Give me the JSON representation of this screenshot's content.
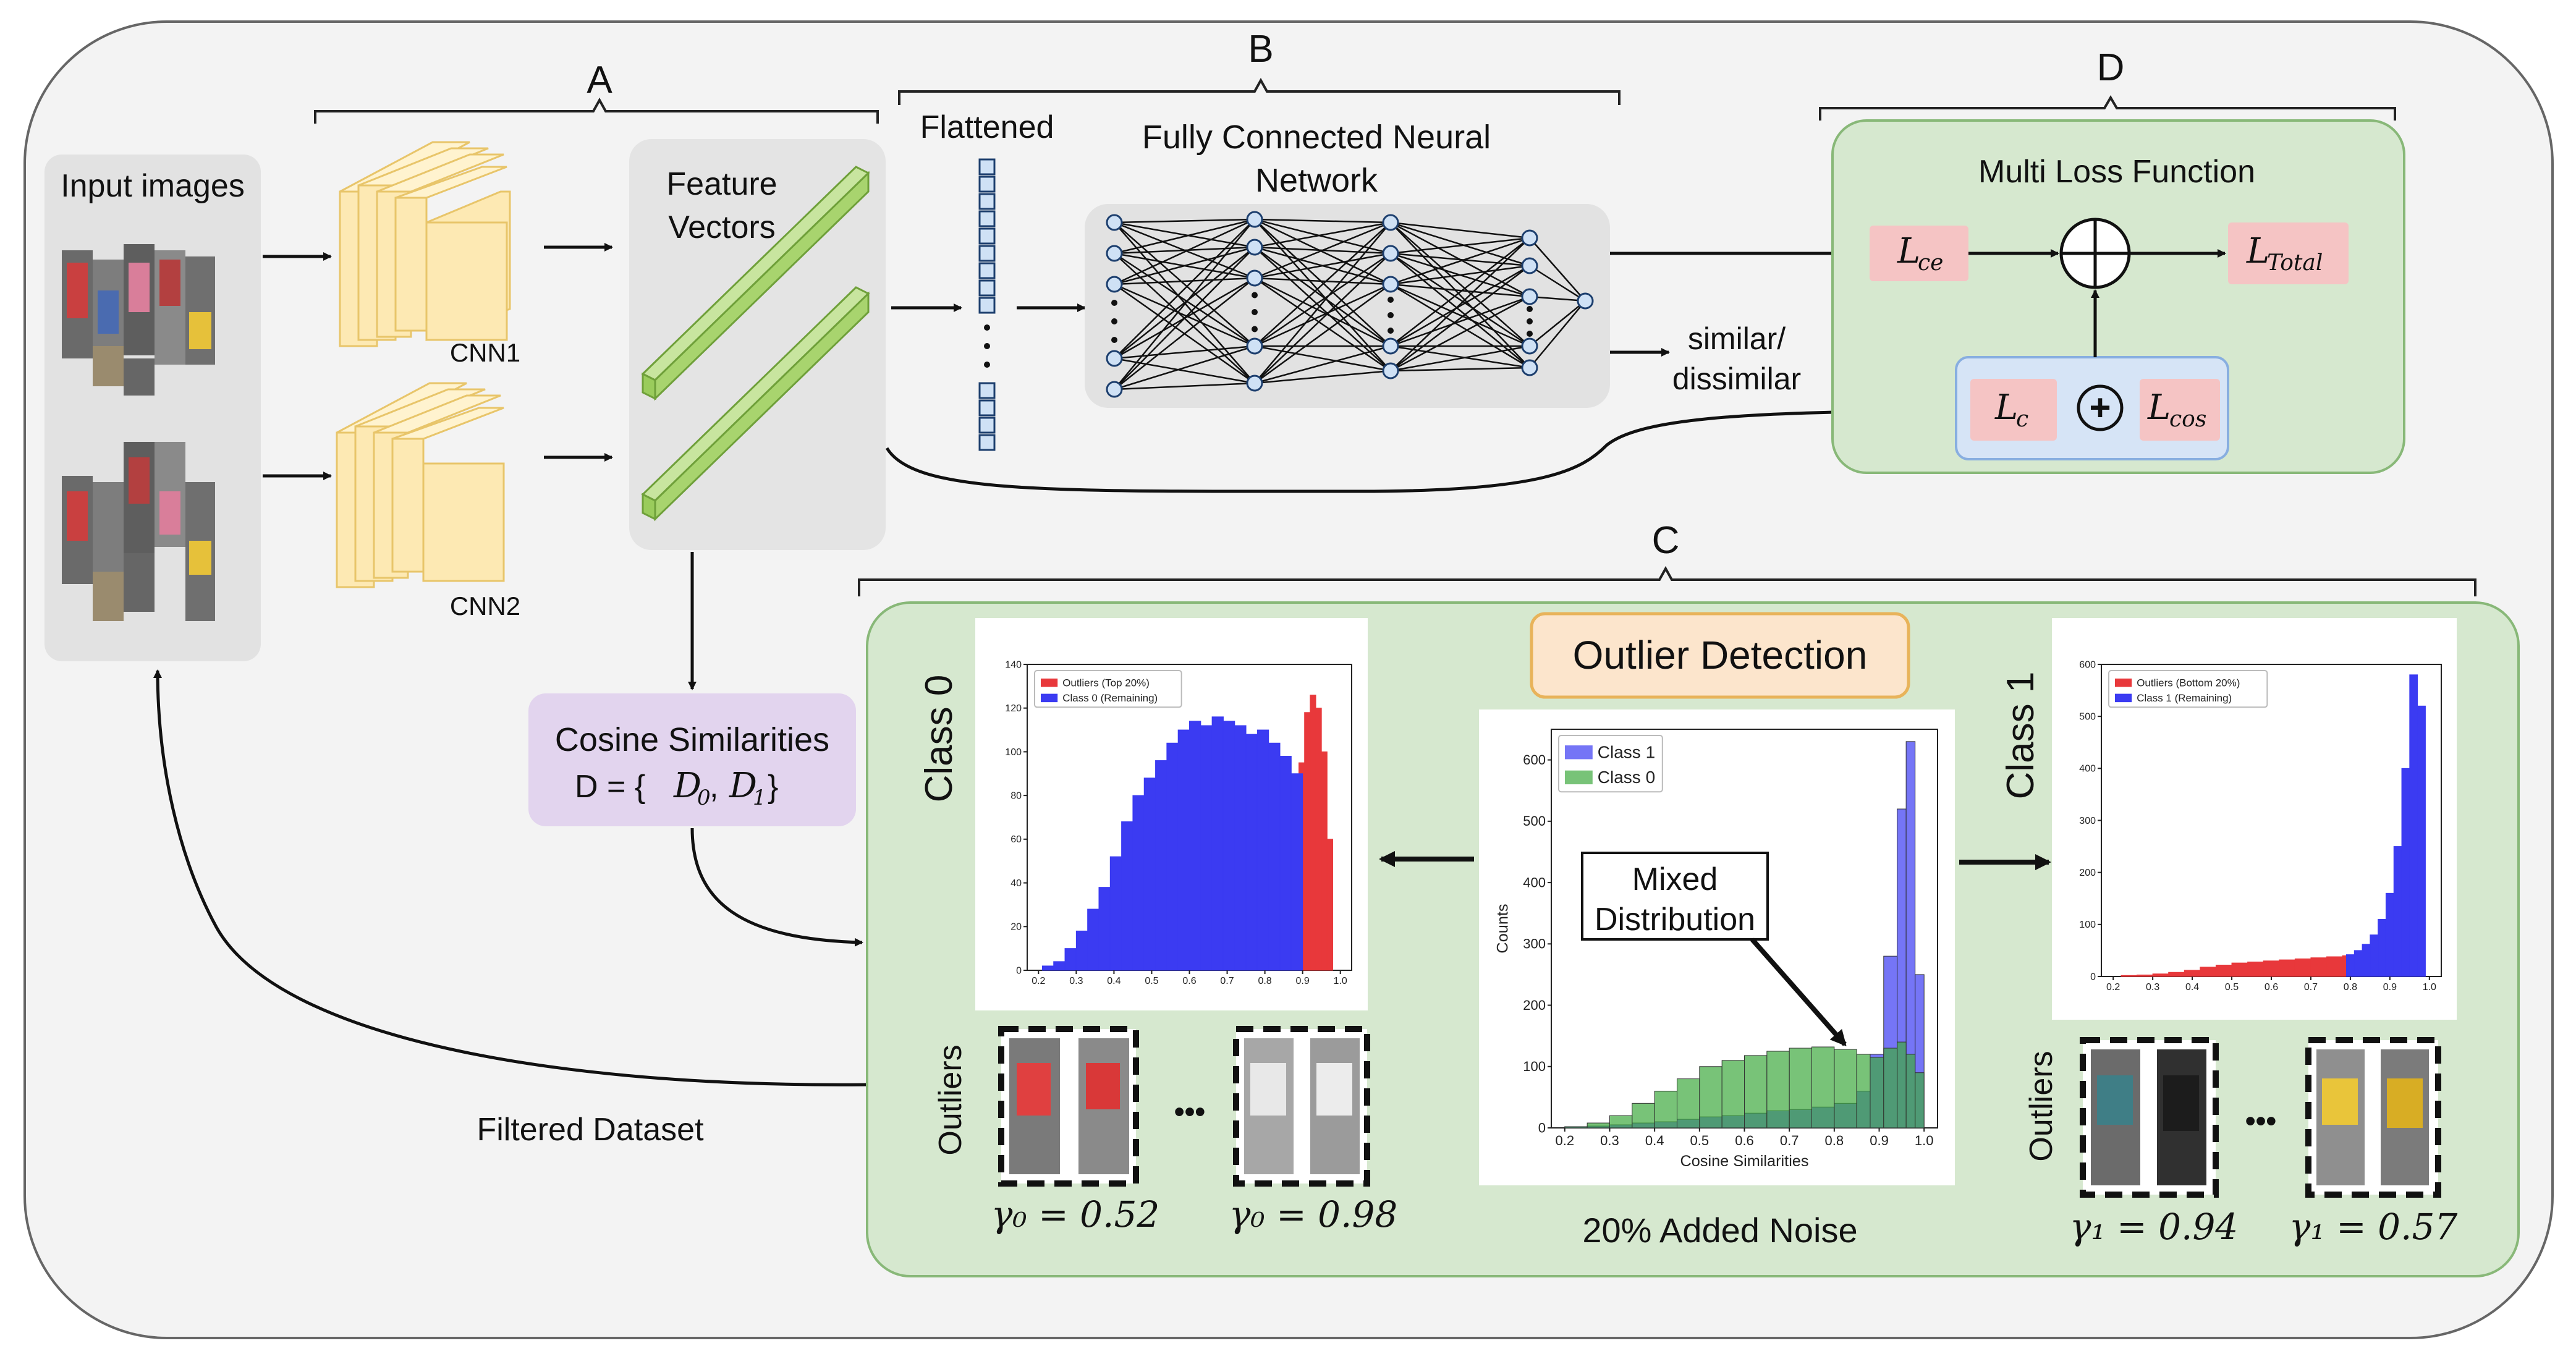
{
  "sections": {
    "a": "A",
    "b": "B",
    "c": "C",
    "d": "D"
  },
  "input": {
    "title": "Input images"
  },
  "cnn": {
    "cnn1": "CNN1",
    "cnn2": "CNN2"
  },
  "features": {
    "line1": "Feature",
    "line2": "Vectors"
  },
  "flattened": "Flattened",
  "fcnn": {
    "line1": "Fully Connected Neural",
    "line2": "Network"
  },
  "similar": {
    "line1": "similar/",
    "line2": "dissimilar"
  },
  "loss": {
    "title": "Multi Loss Function",
    "ce": "L",
    "ce_sub": "ce",
    "total": "L",
    "total_sub": "Total",
    "c": "L",
    "c_sub": "c",
    "cos": "L",
    "cos_sub": "cos",
    "plus": "+"
  },
  "cosine": {
    "line1": "Cosine Similarities",
    "line2_prefix": "D = {",
    "d0": "D",
    "d0_sub": "0",
    "comma": ", ",
    "d1": "D",
    "d1_sub": "1",
    "close": "}"
  },
  "filtered": "Filtered Dataset",
  "outlier": {
    "title": "Outlier Detection",
    "class0": "Class 0",
    "class1": "Class 1",
    "outliers": "Outliers",
    "noise": "20% Added Noise",
    "mixed_line1": "Mixed",
    "mixed_line2": "Distribution",
    "ellipsis": "•••",
    "gamma0_a": "γ₀ = 0.52",
    "gamma0_b": "γ₀ = 0.98",
    "gamma1_a": "γ₁ = 0.94",
    "gamma1_b": "γ₁ = 0.57"
  },
  "colors": {
    "blue": "#3b3bf2",
    "red": "#e8383b",
    "green": "#3faa3f",
    "panel_green": "#d6e8cf",
    "panel_border": "#88b878",
    "loss_pink": "#f5c4c4",
    "loss_blue": "#d6e4f6",
    "cosine_purple": "#e2d4ee",
    "outlier_orange": "#fce5cc",
    "cnn_yellow": "#fde9b3",
    "feature_green": "#b7dc86"
  },
  "chart_data": [
    {
      "type": "bar",
      "x": [
        0.2,
        0.25,
        0.3,
        0.35,
        0.4,
        0.45,
        0.5,
        0.55,
        0.6,
        0.65,
        0.7,
        0.75,
        0.8,
        0.85,
        0.9,
        0.95
      ],
      "xlim": [
        0.17,
        1.03
      ],
      "ylim": [
        0,
        140
      ],
      "grid": false,
      "legend": "top-left",
      "x_ticks": [
        "0.2",
        "0.3",
        "0.4",
        "0.5",
        "0.6",
        "0.7",
        "0.8",
        "0.9",
        "1.0"
      ],
      "y_ticks": [
        "0",
        "20",
        "40",
        "60",
        "80",
        "100",
        "120",
        "140"
      ],
      "series": [
        {
          "name": "Outliers (Top 20%)",
          "color": "#e8383b",
          "x": [
            0.89,
            0.905,
            0.92,
            0.935,
            0.95,
            0.965
          ],
          "values": [
            95,
            118,
            126,
            120,
            100,
            60
          ]
        },
        {
          "name": "Class 0 (Remaining)",
          "color": "#3b3bf2",
          "x": [
            0.21,
            0.24,
            0.27,
            0.3,
            0.33,
            0.36,
            0.39,
            0.42,
            0.45,
            0.48,
            0.51,
            0.54,
            0.57,
            0.6,
            0.63,
            0.66,
            0.69,
            0.72,
            0.75,
            0.78,
            0.81,
            0.84,
            0.87
          ],
          "values": [
            2,
            4,
            10,
            18,
            28,
            38,
            52,
            68,
            80,
            88,
            96,
            104,
            110,
            114,
            112,
            116,
            114,
            112,
            108,
            110,
            104,
            98,
            90
          ]
        }
      ]
    },
    {
      "type": "bar",
      "xlabel": "Cosine Similarities",
      "ylabel": "Counts",
      "xlim": [
        0.17,
        1.03
      ],
      "ylim": [
        0,
        650
      ],
      "grid": false,
      "legend": "top-left",
      "x_ticks": [
        "0.2",
        "0.3",
        "0.4",
        "0.5",
        "0.6",
        "0.7",
        "0.8",
        "0.9",
        "1.0"
      ],
      "y_ticks": [
        "0",
        "100",
        "200",
        "300",
        "400",
        "500",
        "600"
      ],
      "series": [
        {
          "name": "Class 1",
          "color": "#3b3bf2",
          "x": [
            0.2,
            0.25,
            0.3,
            0.35,
            0.4,
            0.45,
            0.5,
            0.55,
            0.6,
            0.65,
            0.7,
            0.75,
            0.8,
            0.85,
            0.88,
            0.91,
            0.94,
            0.96,
            0.98
          ],
          "values": [
            2,
            3,
            5,
            8,
            10,
            14,
            18,
            20,
            24,
            28,
            30,
            34,
            40,
            60,
            120,
            280,
            520,
            630,
            250
          ]
        },
        {
          "name": "Class 0",
          "color": "#3faa3f",
          "x": [
            0.2,
            0.25,
            0.3,
            0.35,
            0.4,
            0.45,
            0.5,
            0.55,
            0.6,
            0.65,
            0.7,
            0.75,
            0.8,
            0.85,
            0.88,
            0.91,
            0.94,
            0.96,
            0.98
          ],
          "values": [
            2,
            8,
            20,
            40,
            60,
            80,
            100,
            110,
            118,
            125,
            130,
            132,
            128,
            120,
            115,
            130,
            140,
            120,
            90
          ]
        }
      ]
    },
    {
      "type": "bar",
      "xlim": [
        0.17,
        1.03
      ],
      "ylim": [
        0,
        600
      ],
      "grid": false,
      "legend": "top-left",
      "x_ticks": [
        "0.2",
        "0.3",
        "0.4",
        "0.5",
        "0.6",
        "0.7",
        "0.8",
        "0.9",
        "1.0"
      ],
      "y_ticks": [
        "0",
        "100",
        "200",
        "300",
        "400",
        "500",
        "600"
      ],
      "series": [
        {
          "name": "Outliers (Bottom 20%)",
          "color": "#e8383b",
          "x": [
            0.22,
            0.26,
            0.3,
            0.34,
            0.38,
            0.42,
            0.46,
            0.5,
            0.54,
            0.58,
            0.62,
            0.66,
            0.7,
            0.74,
            0.78
          ],
          "values": [
            2,
            3,
            5,
            8,
            12,
            18,
            22,
            26,
            28,
            30,
            32,
            34,
            36,
            38,
            40
          ]
        },
        {
          "name": "Class 1 (Remaining)",
          "color": "#3b3bf2",
          "x": [
            0.79,
            0.81,
            0.83,
            0.85,
            0.87,
            0.89,
            0.91,
            0.93,
            0.95,
            0.97
          ],
          "values": [
            42,
            50,
            62,
            80,
            110,
            160,
            250,
            400,
            580,
            520
          ]
        }
      ]
    }
  ]
}
